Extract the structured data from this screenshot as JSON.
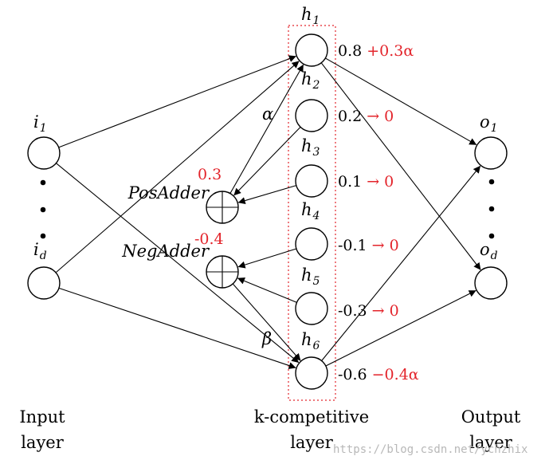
{
  "nodes": {
    "inputs": {
      "first": {
        "base": "i",
        "sub": "1"
      },
      "last": {
        "base": "i",
        "sub": "d"
      }
    },
    "outputs": {
      "first": {
        "base": "o",
        "sub": "1"
      },
      "last": {
        "base": "o",
        "sub": "d"
      }
    },
    "hidden": [
      {
        "base": "h",
        "sub": "1",
        "value": "0.8",
        "arrow": "",
        "result": "+0.3α"
      },
      {
        "base": "h",
        "sub": "2",
        "value": "0.2",
        "arrow": "→",
        "result": "0"
      },
      {
        "base": "h",
        "sub": "3",
        "value": "0.1",
        "arrow": "→",
        "result": "0"
      },
      {
        "base": "h",
        "sub": "4",
        "value": "-0.1",
        "arrow": "→",
        "result": "0"
      },
      {
        "base": "h",
        "sub": "5",
        "value": "-0.3",
        "arrow": "→",
        "result": "0"
      },
      {
        "base": "h",
        "sub": "6",
        "value": "-0.6",
        "arrow": "",
        "result": "−0.4α"
      }
    ]
  },
  "adders": {
    "pos": {
      "label": "PosAdder",
      "value": "0.3"
    },
    "neg": {
      "label": "NegAdder",
      "value": "-0.4"
    }
  },
  "weights": {
    "alpha": "α",
    "beta": "β"
  },
  "layers": {
    "input": [
      "Input",
      "layer"
    ],
    "hidden": [
      "k-competitive",
      "layer"
    ],
    "output": [
      "Output",
      "layer"
    ]
  },
  "watermark": "https://blog.csdn.net/ychzhix"
}
